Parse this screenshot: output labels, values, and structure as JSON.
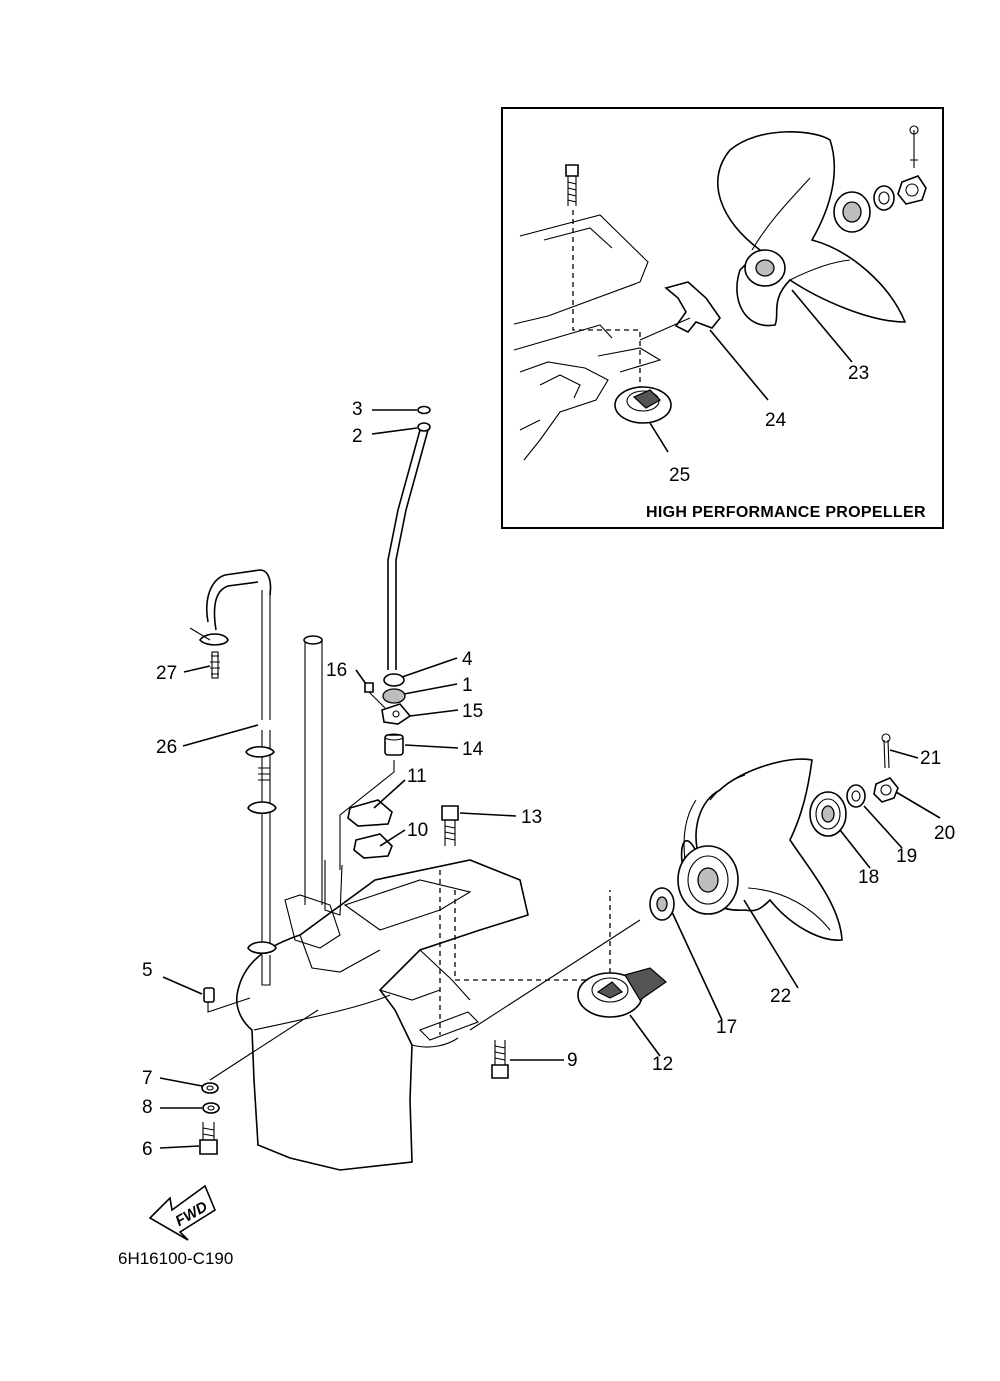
{
  "diagram": {
    "inset_title": "HIGH PERFORMANCE PROPELLER",
    "diagram_code": "6H16100-C190",
    "direction_marker": "FWD",
    "callouts": [
      "1",
      "2",
      "3",
      "4",
      "5",
      "6",
      "7",
      "8",
      "9",
      "10",
      "11",
      "12",
      "13",
      "14",
      "15",
      "16",
      "17",
      "18",
      "19",
      "20",
      "21",
      "22",
      "23",
      "24",
      "25",
      "26",
      "27"
    ]
  }
}
